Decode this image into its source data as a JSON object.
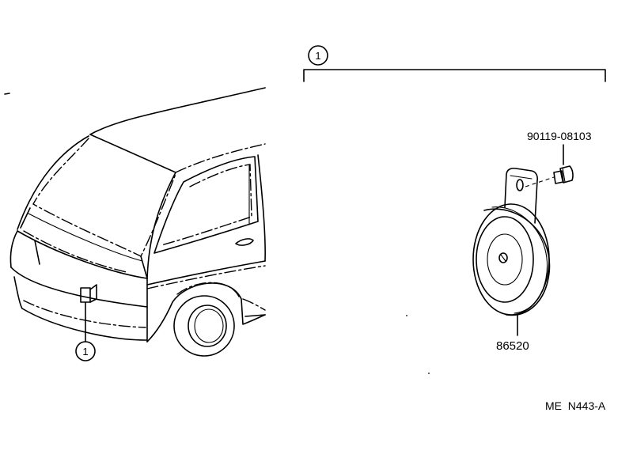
{
  "callouts": {
    "assembly": "1",
    "vehicle_location": "1"
  },
  "parts": {
    "bolt_number": "90119-08103",
    "horn_number": "86520"
  },
  "diagram_code": "ME  N443-A",
  "colors": {
    "ink": "#000000",
    "paper": "#ffffff"
  }
}
